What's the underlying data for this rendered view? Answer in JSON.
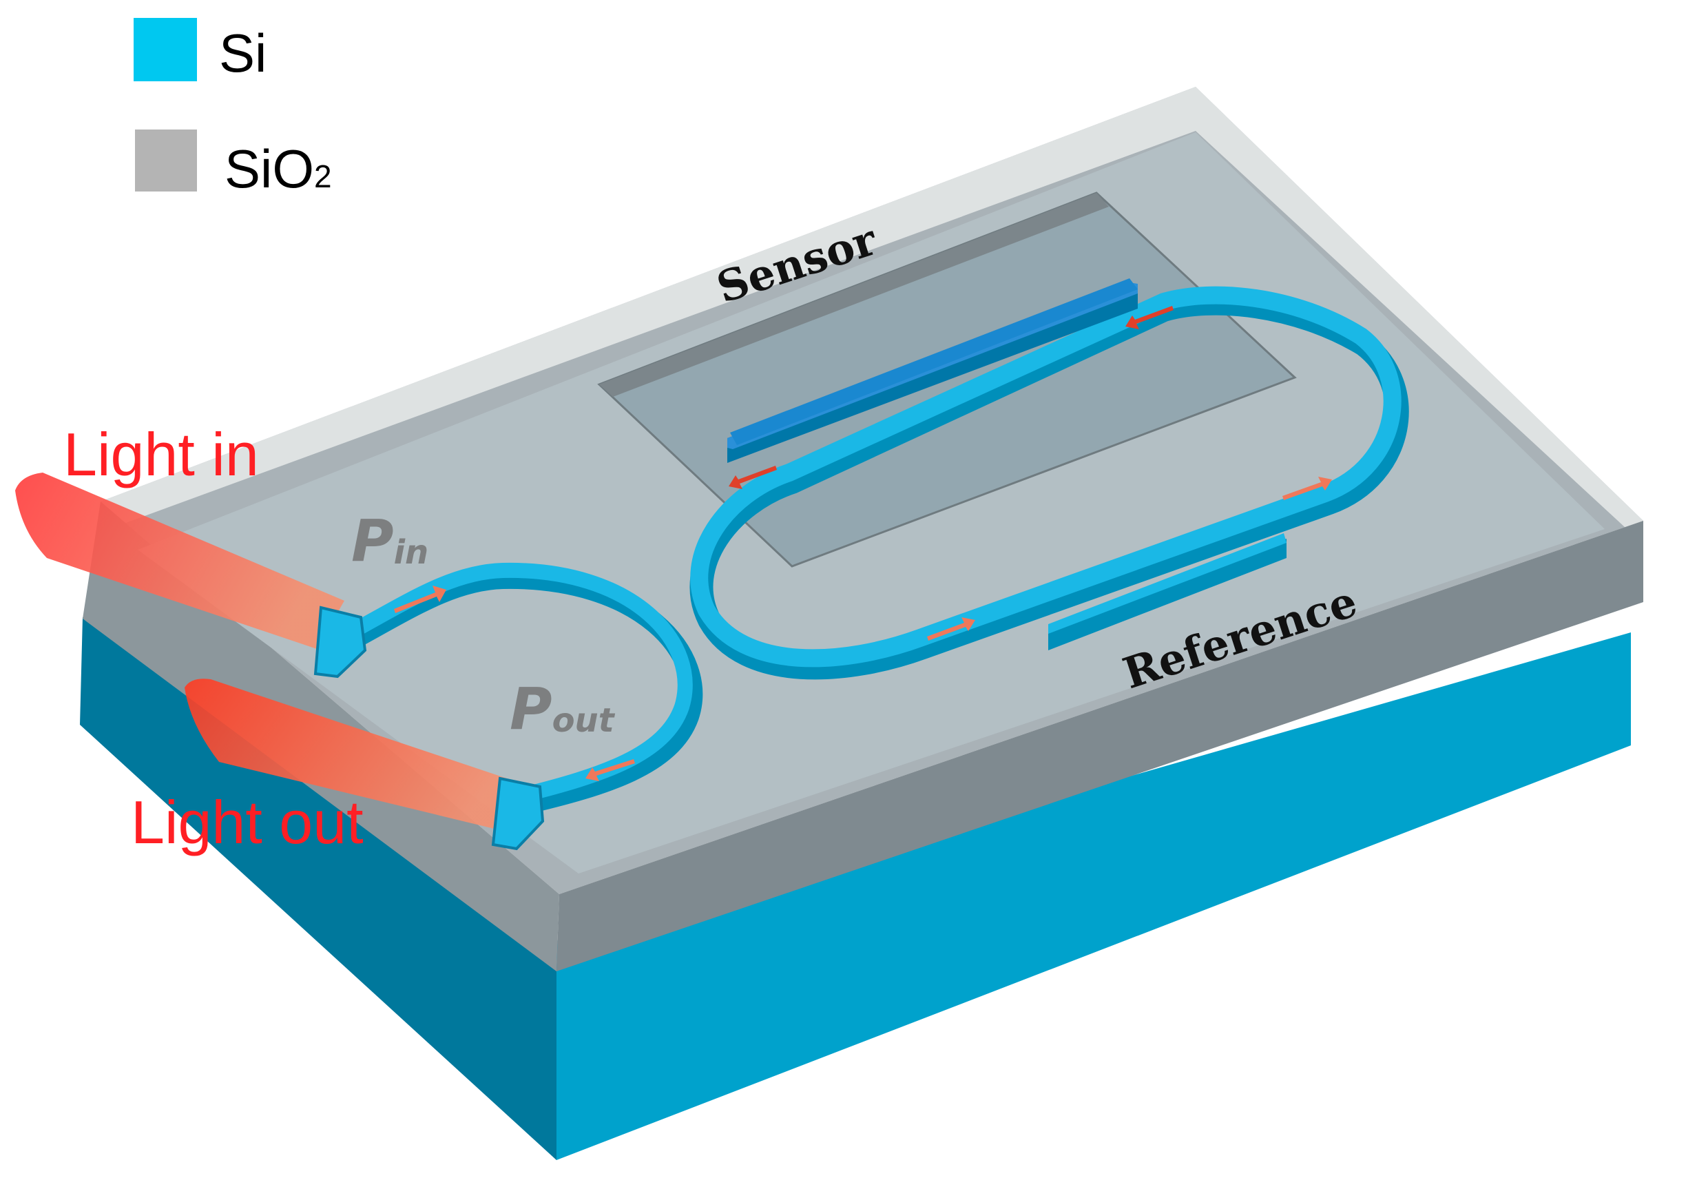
{
  "legend": {
    "items": [
      {
        "name": "Si",
        "sub": "",
        "color": "#00c8f0"
      },
      {
        "name": "SiO",
        "sub": "2",
        "color": "#b4b4b4"
      }
    ]
  },
  "labels": {
    "light_in": "Light in",
    "light_out": "Light out",
    "p_in_main": "P",
    "p_in_sub": "in",
    "p_out_main": "P",
    "p_out_sub": "out",
    "sensor": "Sensor",
    "reference": "Reference"
  },
  "colors": {
    "silicon_top": "#1ab8e6",
    "silicon_side": "#008fba",
    "substrate_front": "#00a2cc",
    "substrate_side": "#007a9e",
    "oxide": "#9aa8b0",
    "beam": "#ff5a3c",
    "arrow": "#f0785a"
  }
}
